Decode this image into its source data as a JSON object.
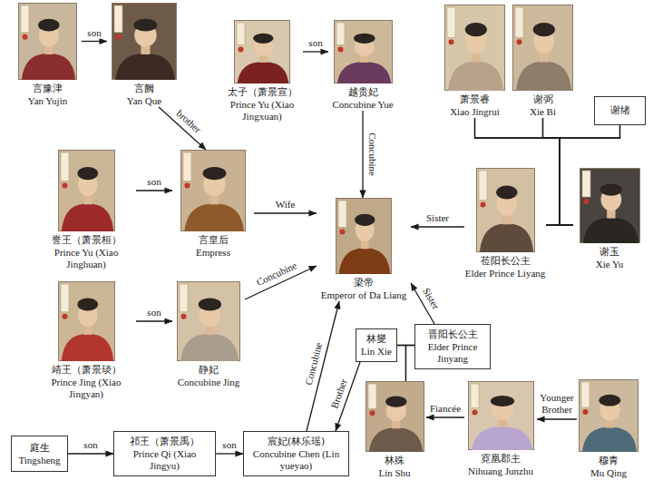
{
  "diagram": {
    "nodes": [
      {
        "text": [
          "言豫津",
          "Yan Yujin"
        ]
      },
      {
        "text": [
          "言阙",
          "Yan Que"
        ]
      },
      {
        "text": [
          "太子（萧景宣）",
          "Prince Yu (Xiao Jingxuan)"
        ]
      },
      {
        "text": [
          "越贵妃",
          "Concubine Yue"
        ]
      },
      {
        "text": [
          "萧景睿",
          "Xiao Jingrui"
        ]
      },
      {
        "text": [
          "谢弼",
          "Xie Bi"
        ]
      },
      {
        "text": [
          "谢绪"
        ]
      },
      {
        "text": [
          "誉王（萧景桓）",
          "Prince Yu (Xiao Jinghuan)"
        ]
      },
      {
        "text": [
          "言皇后",
          "Empress"
        ]
      },
      {
        "text": [
          "梁帝",
          "Emperor of Da Liang"
        ]
      },
      {
        "text": [
          "莅阳长公主",
          "Elder Prince Liyang"
        ]
      },
      {
        "text": [
          "谢玉",
          "Xie Yu"
        ]
      },
      {
        "text": [
          "靖王（萧景琰）",
          "Prince Jing (Xiao Jingyan)"
        ]
      },
      {
        "text": [
          "静妃",
          "Concubine Jing"
        ]
      },
      {
        "text": [
          "林燮",
          "Lin Xie"
        ]
      },
      {
        "text": [
          "晋阳长公主",
          "Elder Prince Jinyang"
        ]
      },
      {
        "text": [
          "林殊",
          "Lin Shu"
        ]
      },
      {
        "text": [
          "霓凰郡主",
          "Nihuang Junzhu"
        ]
      },
      {
        "text": [
          "穆青",
          "Mu Qing"
        ]
      },
      {
        "text": [
          "庭生",
          "Tingsheng"
        ]
      },
      {
        "text": [
          "祁王（萧景禹）",
          "Prince Qi (Xiao Jingyu)"
        ]
      },
      {
        "text": [
          "宸妃(林乐瑶)",
          "Concubine Chen (Lin yueyao)"
        ]
      }
    ],
    "edges": [
      {
        "from": 0,
        "to": 1,
        "arrow": "to",
        "label": "son"
      },
      {
        "from": 1,
        "to": 8,
        "arrow": "to",
        "label": "brother"
      },
      {
        "from": 2,
        "to": 3,
        "arrow": "to",
        "label": "son"
      },
      {
        "from": 3,
        "to": 9,
        "arrow": "to",
        "label": "Concubine"
      },
      {
        "from": 7,
        "to": 8,
        "arrow": "to",
        "label": "son"
      },
      {
        "from": 8,
        "to": 9,
        "arrow": "to",
        "label": "Wife"
      },
      {
        "from": 10,
        "to": 9,
        "arrow": "to",
        "label": "Sister"
      },
      {
        "from": 10,
        "to": 11,
        "arrow": "none"
      },
      {
        "from": 4,
        "to": 10,
        "arrow": "none"
      },
      {
        "from": 4,
        "to": 11,
        "arrow": "none"
      },
      {
        "from": 5,
        "to": 10,
        "arrow": "none"
      },
      {
        "from": 5,
        "to": 11,
        "arrow": "none"
      },
      {
        "from": 6,
        "to": 10,
        "arrow": "none"
      },
      {
        "from": 6,
        "to": 11,
        "arrow": "none"
      },
      {
        "from": 12,
        "to": 13,
        "arrow": "to",
        "label": "son"
      },
      {
        "from": 13,
        "to": 9,
        "arrow": "to",
        "label": "Concubine"
      },
      {
        "from": 15,
        "to": 9,
        "arrow": "to",
        "label": "Sister"
      },
      {
        "from": 14,
        "to": 15,
        "arrow": "none"
      },
      {
        "from": 14,
        "to": 16,
        "arrow": "none"
      },
      {
        "from": 15,
        "to": 16,
        "arrow": "none"
      },
      {
        "from": 21,
        "to": 9,
        "arrow": "to",
        "label": "Concubine"
      },
      {
        "from": 14,
        "to": 21,
        "arrow": "to",
        "label": "Brother"
      },
      {
        "from": 17,
        "to": 16,
        "arrow": "to",
        "label": "Fiancée"
      },
      {
        "from": 18,
        "to": 17,
        "arrow": "to",
        "label": "Younger Brother"
      },
      {
        "from": 19,
        "to": 20,
        "arrow": "to",
        "label": "son"
      },
      {
        "from": 20,
        "to": 21,
        "arrow": "to",
        "label": "son"
      }
    ]
  }
}
